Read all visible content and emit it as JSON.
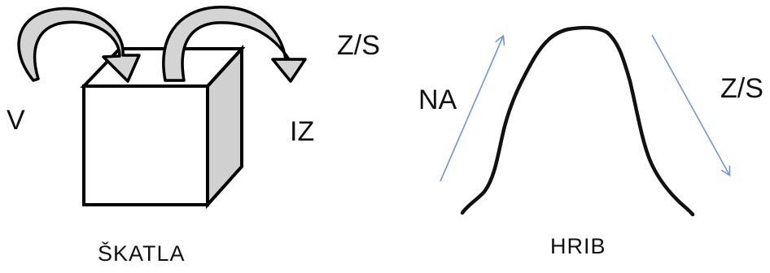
{
  "box_diagram": {
    "label_in": "V",
    "label_out": "IZ",
    "label_prep": "Z/S",
    "caption": "ŠKATLA"
  },
  "hill_diagram": {
    "label_up": "NA",
    "label_down": "Z/S",
    "caption": "HRIB"
  },
  "colors": {
    "ink": "#111111",
    "arrow_fill": "#d4d4d4",
    "cube_side": "#d0d0d0",
    "direction_arrow": "#6f99cc"
  }
}
